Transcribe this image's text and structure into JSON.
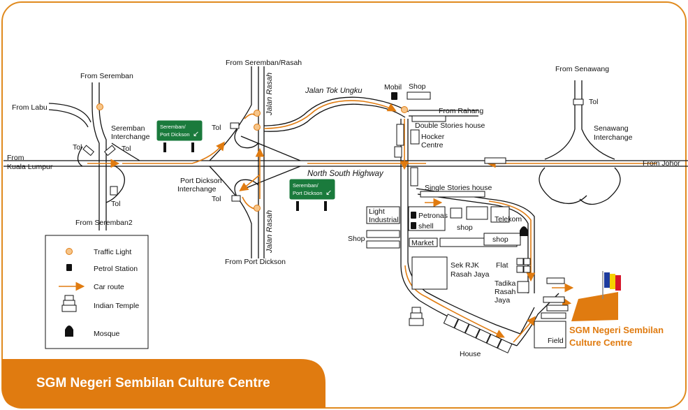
{
  "footer": {
    "title": "SGM Negeri Sembilan Culture Centre"
  },
  "destination": {
    "line1": "SGM Negeri Sembilan",
    "line2": "Culture Centre"
  },
  "labels": {
    "from_seremban": "From Seremban",
    "from_labu": "From Labu",
    "seremban_interchange_1": "Seremban",
    "seremban_interchange_2": "Interchange",
    "from_kl_1": "From",
    "from_kl_2": "Kuala Lumpur",
    "tol_a": "Tol",
    "tol_b": "Tol",
    "tol_c": "Tol",
    "from_seremban2": "From Seremban2",
    "from_seremban_rasah": "From Seremban/Rasah",
    "tol_d": "Tol",
    "tol_e": "Tol",
    "port_dickson_interchange_1": "Port Dickson",
    "port_dickson_interchange_2": "Interchange",
    "from_port_dickson": "From Port Dickson",
    "mobil": "Mobil",
    "shop_top": "Shop",
    "from_rahang": "From Rahang",
    "double_stories": "Double Stories house",
    "hocker_1": "Hocker",
    "hocker_2": "Centre",
    "single_stories": "Single Stories house",
    "light_industrial_1": "Light",
    "light_industrial_2": "Industrial",
    "petronas": "Petronas",
    "shell": "shell",
    "shop_mid": "shop",
    "telekom": "Telekom",
    "shop_left": "Shop",
    "market": "Market",
    "shop_right": "shop",
    "sek_rjk_1": "Sek RJK",
    "sek_rjk_2": "Rasah Jaya",
    "flat": "Flat",
    "tadika_1": "Tadika",
    "tadika_2": "Rasah",
    "tadika_3": "Jaya",
    "field": "Field",
    "house": "House",
    "from_senawang": "From Senawang",
    "tol_f": "Tol",
    "senawang_interchange_1": "Senawang",
    "senawang_interchange_2": "Interchange",
    "from_johor": "From Johor"
  },
  "roads": {
    "jalan_rasah_top": "Jalan Rasah",
    "jalan_rasah_bottom": "Jalan Rasah",
    "jalan_tok_ungku": "Jalan Tok Ungku",
    "north_south_highway": "North South Highway"
  },
  "signs": [
    {
      "line1": "Seremban/",
      "line2": "Port Dickson"
    },
    {
      "line1": "Seremban/",
      "line2": "Port Dickson"
    }
  ],
  "legend": {
    "traffic_light": "Traffic Light",
    "petrol_station": "Petrol Station",
    "car_route": "Car route",
    "indian_temple": "Indian Temple",
    "mosque": "Mosque"
  },
  "colors": {
    "accent": "#e07b10",
    "sign_green": "#1a7a3c",
    "frame": "#e08a1e",
    "road": "#111111"
  }
}
